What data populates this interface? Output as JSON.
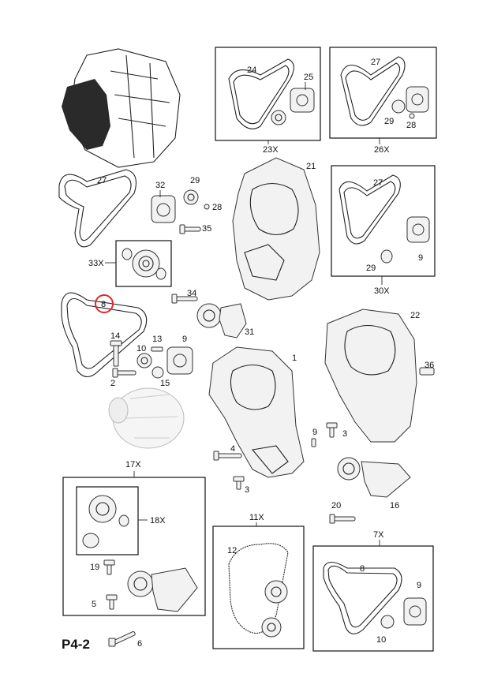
{
  "page_code": "P4-2",
  "colors": {
    "highlight": "#e0282e",
    "ink": "#111111"
  },
  "highlighted_callout": "8",
  "boxes": {
    "b23x": "23X",
    "b26x": "26X",
    "b30x": "30X",
    "b33x": "33X",
    "b17x": "17X",
    "b18x": "18X",
    "b11x": "11X",
    "b7x": "7X"
  },
  "callouts": {
    "c24": "24",
    "c25": "25",
    "c27a": "27",
    "c29a": "29",
    "c28a": "28",
    "c27b": "27",
    "c32": "32",
    "c29b": "29",
    "c28b": "28",
    "c35": "35",
    "c21": "21",
    "c27c": "27",
    "c9a": "9",
    "c29c": "29",
    "c8main": "8",
    "c14": "14",
    "c10a": "10",
    "c13": "13",
    "c9b": "9",
    "c2": "2",
    "c15": "15",
    "c34": "34",
    "c31": "31",
    "c1": "1",
    "c22": "22",
    "c36": "36",
    "c4": "4",
    "c3a": "3",
    "c9c": "9",
    "c3b": "3",
    "c16": "16",
    "c20": "20",
    "c19": "19",
    "c5": "5",
    "c12": "12",
    "c8b": "8",
    "c9d": "9",
    "c10b": "10",
    "c6": "6"
  }
}
